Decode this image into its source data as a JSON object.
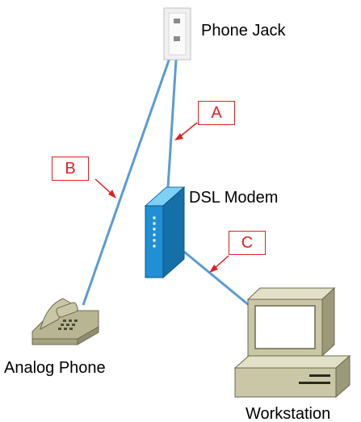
{
  "labels": {
    "phone_jack": "Phone Jack",
    "dsl_modem": "DSL Modem",
    "analog_phone": "Analog Phone",
    "workstation": "Workstation"
  },
  "callouts": {
    "a": "A",
    "b": "B",
    "c": "C"
  },
  "colors": {
    "cable": "#5b9bd5",
    "callout": "#e02020",
    "modem": "#1f8fd6",
    "device_beige": "#c9c7a6"
  }
}
